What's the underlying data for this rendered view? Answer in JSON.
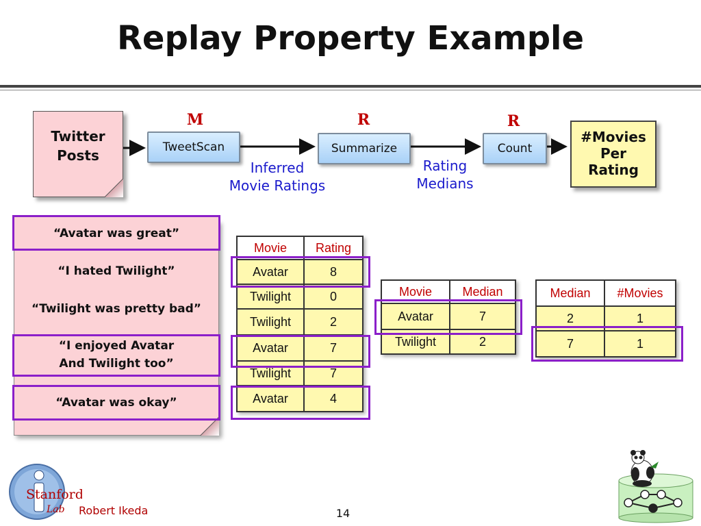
{
  "slide": {
    "title": "Replay Property Example",
    "author": "Robert Ikeda",
    "page_number": "14"
  },
  "pipeline": {
    "source": {
      "line1": "Twitter",
      "line2": "Posts"
    },
    "operators": [
      {
        "name": "TweetScan",
        "kind": "M"
      },
      {
        "name": "Summarize",
        "kind": "R"
      },
      {
        "name": "Count",
        "kind": "R"
      }
    ],
    "edge_labels": [
      {
        "line1": "Inferred",
        "line2": "Movie Ratings"
      },
      {
        "line1": "Rating",
        "line2": "Medians"
      }
    ],
    "output": {
      "line1": "#Movies",
      "line2": "Per",
      "line3": "Rating"
    }
  },
  "tweets": [
    "“Avatar was great”",
    "“I hated Twilight”",
    "“Twilight was pretty bad”",
    "“I enjoyed Avatar",
    "And Twilight too”",
    "“Avatar was okay”"
  ],
  "ratings_table": {
    "headers": [
      "Movie",
      "Rating"
    ],
    "rows": [
      [
        "Avatar",
        "8"
      ],
      [
        "Twilight",
        "0"
      ],
      [
        "Twilight",
        "2"
      ],
      [
        "Avatar",
        "7"
      ],
      [
        "Twilight",
        "7"
      ],
      [
        "Avatar",
        "4"
      ]
    ]
  },
  "medians_table": {
    "headers": [
      "Movie",
      "Median"
    ],
    "rows": [
      [
        "Avatar",
        "7"
      ],
      [
        "Twilight",
        "2"
      ]
    ]
  },
  "counts_table": {
    "headers": [
      "Median",
      "#Movies"
    ],
    "rows": [
      [
        "2",
        "1"
      ],
      [
        "7",
        "1"
      ]
    ]
  },
  "logos": {
    "left": {
      "letter": "i",
      "text1": "Stanford",
      "text2": "Lab"
    },
    "right": {
      "icon": "panda-database-graph-icon"
    }
  },
  "colors": {
    "highlight": "#8b1fc9",
    "operator_kind": "#c00000",
    "edge_label": "#1a1acc",
    "note_fill": "#fcd2d6",
    "table_fill": "#fff9b0",
    "operator_fill": "#a9d1f7"
  }
}
